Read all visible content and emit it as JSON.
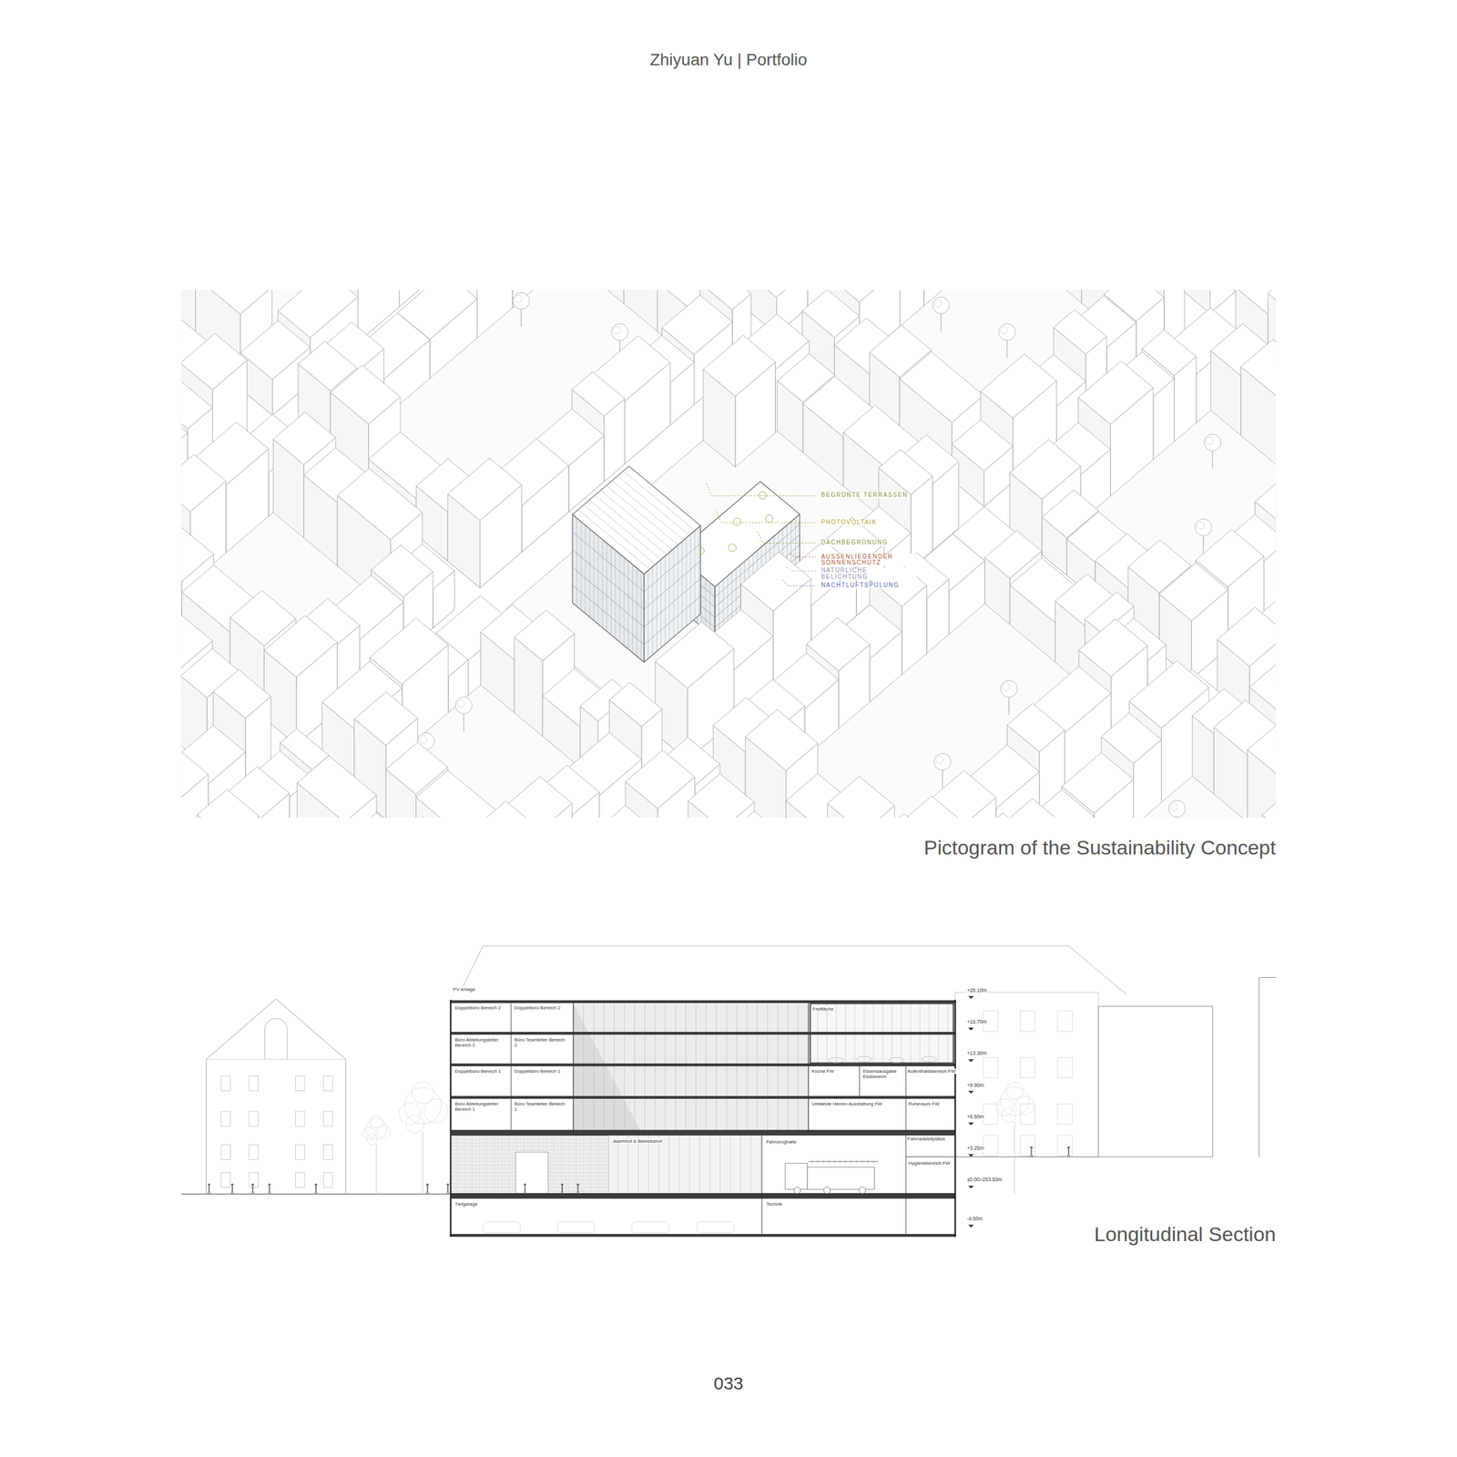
{
  "diagram": {
    "title": "Zhiyuan Yu | Portfolio",
    "labels": [
      "BEGRÜNTE TERRASSEN",
      "PHOTOVOLTAIK",
      "DACHBEGRÜNUNG",
      "AUSSENLIEGENDER SONNENSCHUTZ",
      "NATÜRLICHE BELICHTUNG",
      "NACHTLUFTSPÜLUNG",
      "Pictogram of the Sustainability Concept",
      "PV Anlage",
      "Doppelbüro Bereich 2",
      "Doppelbüro Bereich 2",
      "Büro Abteilungsleiter Bereich 2",
      "Büro Teamleiter Bereich 2",
      "Doppelbüro Bereich 1",
      "Doppelbüro Bereich 1",
      "Büro Abteilungsleiter Bereich 1",
      "Büro Teamleiter Bereich 1",
      "Freifläche",
      "Küche FW",
      "Essensausgabe Essbereich",
      "Aufenthaltsbereich FW",
      "Umkleide Herren Ausstattung FW",
      "Ruheraum FW",
      "Alarmhof & Betriebshof",
      "Fahrzeughalle",
      "Fahrradstellplätze",
      "Hygienebereich FW",
      "Tiefgarage",
      "Technik",
      "+20.10m",
      "+16.70m",
      "+13.30m",
      "+9.90m",
      "+6.50m",
      "+3.25m",
      "±0.00=253.50m",
      "-4.50m",
      "Longitudinal Section",
      "033"
    ]
  }
}
